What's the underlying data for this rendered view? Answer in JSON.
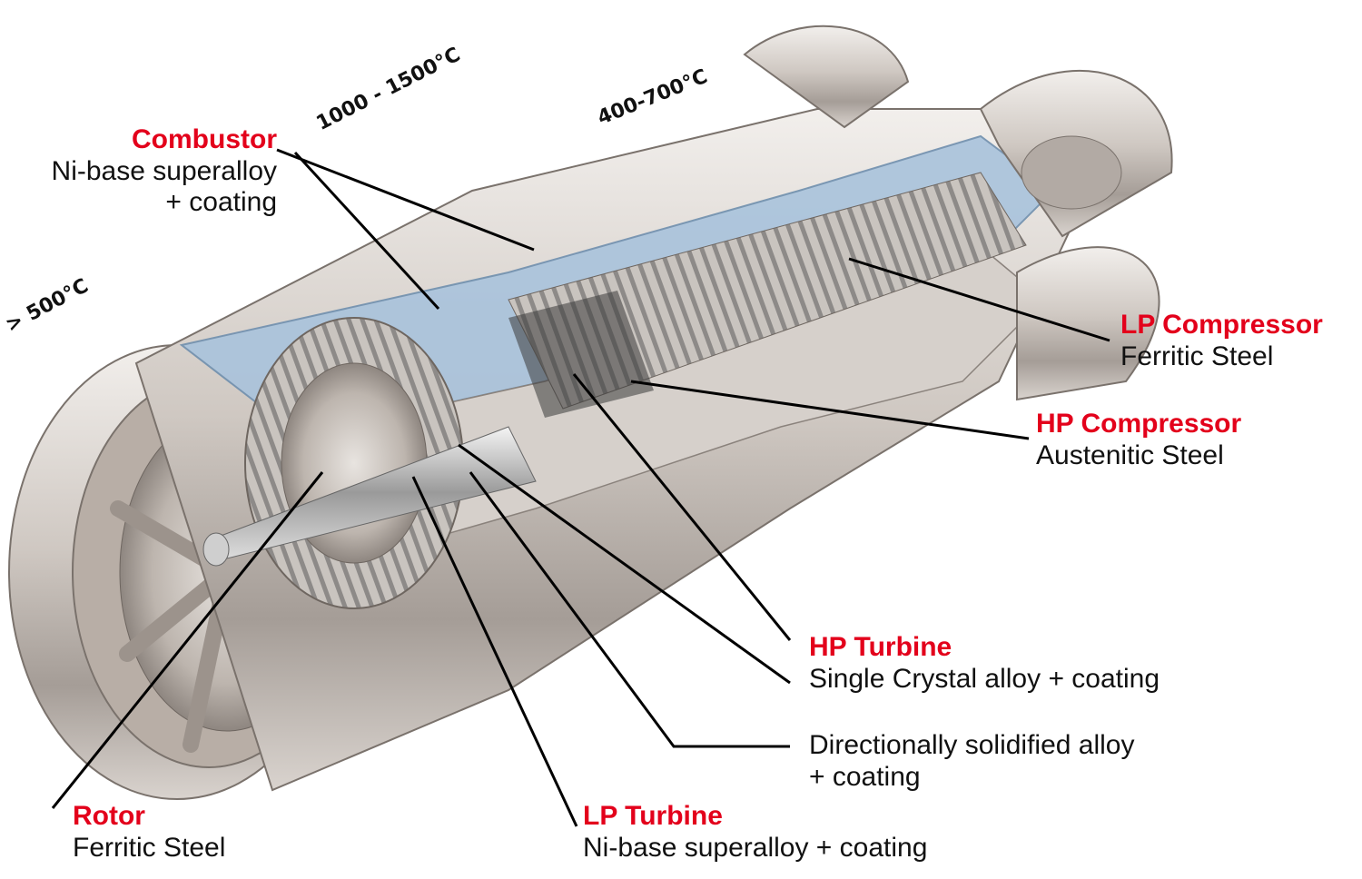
{
  "labels": {
    "combustor": {
      "title": "Combustor",
      "line1": "Ni-base superalloy",
      "line2": "+ coating"
    },
    "lp_compressor": {
      "title": "LP Compressor",
      "line1": "Ferritic Steel"
    },
    "hp_compressor": {
      "title": "HP Compressor",
      "line1": "Austenitic Steel"
    },
    "hp_turbine": {
      "title": "HP Turbine",
      "line1": "Single Crystal alloy + coating"
    },
    "ds_alloy": {
      "line1": "Directionally solidified alloy",
      "line2": "+ coating"
    },
    "rotor": {
      "title": "Rotor",
      "line1": "Ferritic Steel"
    },
    "lp_turbine": {
      "title": "LP Turbine",
      "line1": "Ni-base superalloy + coating"
    }
  },
  "temperatures": {
    "combustor_zone": "1000 - 1500°C",
    "compressor_zone": "400-700°C",
    "exhaust_zone": "> 500°C"
  },
  "colors": {
    "title_red": "#e3001b",
    "section_blue": "#a9c3dc",
    "metal_light": "#e2ddd8",
    "metal_dark": "#8c8580"
  }
}
